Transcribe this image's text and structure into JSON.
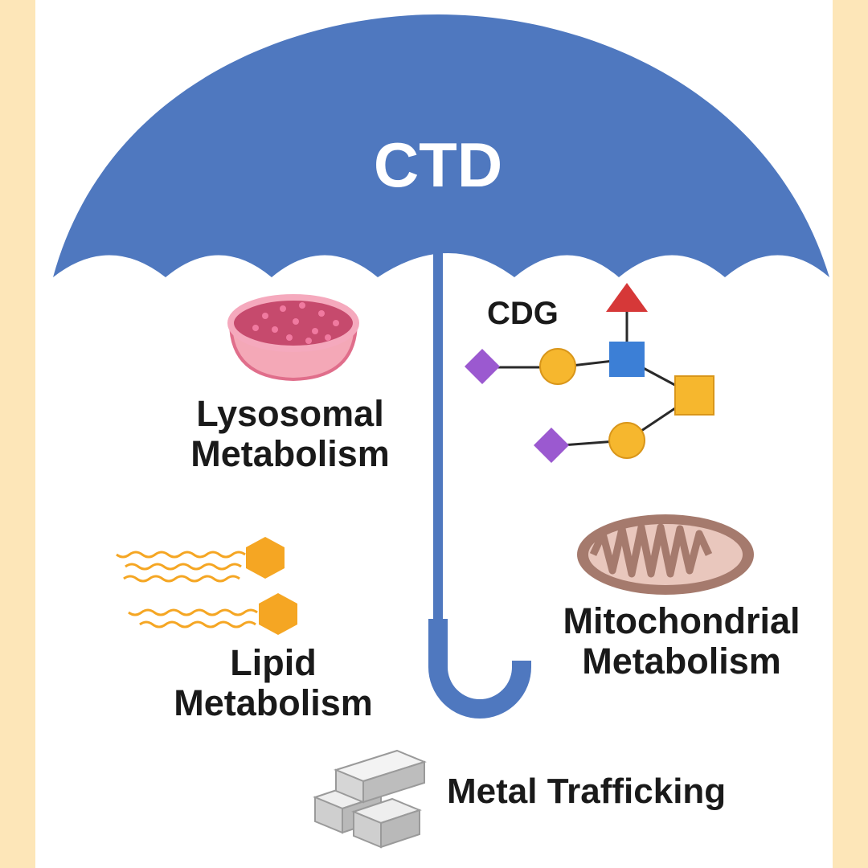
{
  "title": "CTD",
  "labels": {
    "cdg": "CDG",
    "lysosomal": [
      "Lysosomal",
      "Metabolism"
    ],
    "lipid": [
      "Lipid",
      "Metabolism"
    ],
    "mitochondrial": [
      "Mitochondrial",
      "Metabolism"
    ],
    "metal": "Metal Trafficking"
  },
  "icons": {
    "umbrella": "umbrella-icon",
    "lysosome": "lysosome-bowl-icon",
    "glycan": "glycan-chain-icon",
    "lipid": "lipid-molecule-icon",
    "mitochondrion": "mitochondrion-icon",
    "metal": "metal-bars-icon"
  },
  "colors": {
    "frame": "#fde6b8",
    "umbrella": "#4f78bf",
    "bowl": "#e97f98",
    "glycan_diamond": "#9b59d0",
    "glycan_circle": "#f6b72e",
    "glycan_square_blue": "#3c7fd6",
    "glycan_triangle": "#d63838",
    "lipid": "#f5a623",
    "mitochondrion": "#a57a6d",
    "metal": "#cfcfcf"
  }
}
